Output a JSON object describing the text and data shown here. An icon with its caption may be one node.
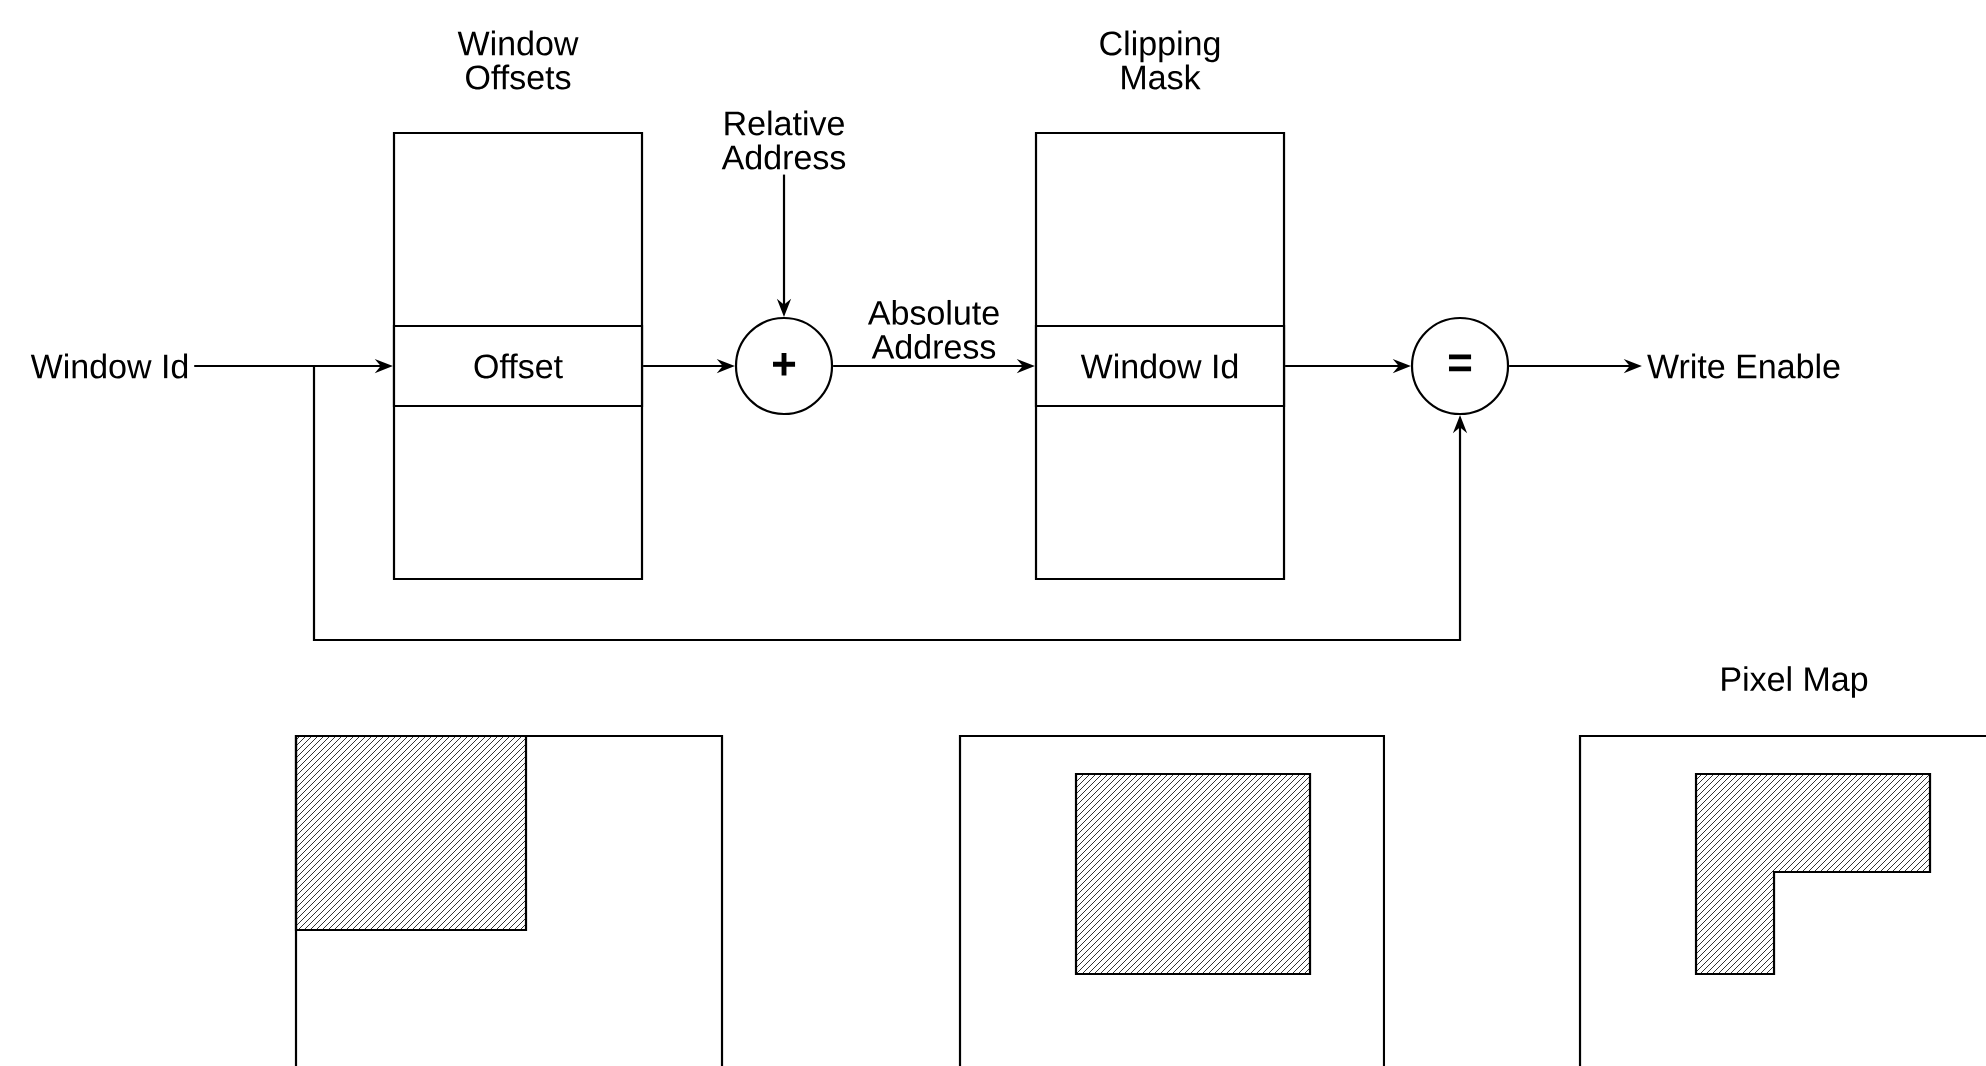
{
  "diagram": {
    "nodes": [
      {
        "text": [
          "Window Id"
        ]
      },
      {
        "text": [
          "Window Offsets"
        ]
      },
      {
        "text": [
          "Offset"
        ],
        "in": 1
      },
      {
        "text": [
          "+"
        ]
      },
      {
        "text": [
          "Relative Address"
        ]
      },
      {
        "text": [
          "Clipping Mask"
        ]
      },
      {
        "text": [
          "Window Id"
        ],
        "in": 5
      },
      {
        "text": [
          "="
        ]
      },
      {
        "text": [
          "Write Enable"
        ]
      }
    ],
    "edges": [
      {
        "from": 0,
        "to": 2,
        "arrow": "to"
      },
      {
        "from": 0,
        "to": 7,
        "arrow": "to"
      },
      {
        "from": 2,
        "to": 3,
        "arrow": "to"
      },
      {
        "from": 4,
        "to": 3,
        "arrow": "to"
      },
      {
        "from": 3,
        "to": 6,
        "arrow": "to",
        "label": "Absolute Address"
      },
      {
        "from": 6,
        "to": 7,
        "arrow": "to"
      },
      {
        "from": 7,
        "to": 8,
        "arrow": "to"
      }
    ],
    "labels": [
      "Pixel Map"
    ]
  }
}
